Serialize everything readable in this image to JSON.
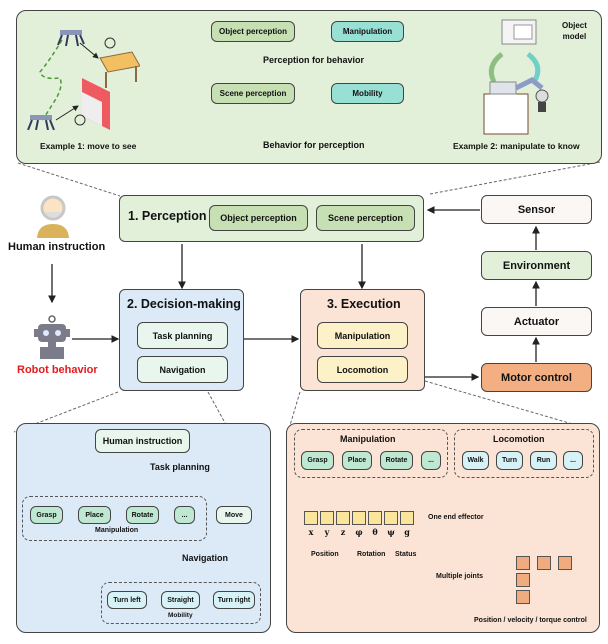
{
  "top_panel": {
    "example1_label": "Example 1: move to see",
    "example2_label": "Example 2: manipulate to know",
    "object_model_label": "Object\nmodel",
    "object_perception": "Object perception",
    "scene_perception": "Scene perception",
    "manipulation": "Manipulation",
    "mobility": "Mobility",
    "perception_for_behavior": "Perception for behavior",
    "behavior_for_perception": "Behavior for perception"
  },
  "left": {
    "human_instruction": "Human instruction",
    "robot_behavior": "Robot behavior"
  },
  "perception": {
    "title": "1. Perception",
    "items": [
      "Object perception",
      "Scene perception"
    ]
  },
  "decision": {
    "title": "2. Decision-making",
    "items": [
      "Task planning",
      "Navigation"
    ]
  },
  "execution": {
    "title": "3. Execution",
    "items": [
      "Manipulation",
      "Locomotion"
    ]
  },
  "loop": {
    "sensor": "Sensor",
    "environment": "Environment",
    "actuator": "Actuator",
    "motor_control": "Motor control"
  },
  "decision_detail": {
    "root": "Human instruction",
    "task_planning": "Task planning",
    "manipulation_items": [
      "Grasp",
      "Place",
      "Rotate",
      "..."
    ],
    "manipulation_label": "Manipulation",
    "move": "Move",
    "navigation": "Navigation",
    "mobility_items": [
      "Turn left",
      "Straight",
      "Turn right"
    ],
    "mobility_label": "Mobility"
  },
  "execution_detail": {
    "manipulation_title": "Manipulation",
    "manipulation_items": [
      "Grasp",
      "Place",
      "Rotate",
      "..."
    ],
    "locomotion_title": "Locomotion",
    "locomotion_items": [
      "Walk",
      "Turn",
      "Run",
      "..."
    ],
    "end_effector_label": "One end effector",
    "symbols": [
      "x",
      "y",
      "z",
      "φ",
      "θ",
      "ψ",
      "g"
    ],
    "position_label": "Position",
    "rotation_label": "Rotation",
    "status_label": "Status",
    "multiple_joints_label": "Multiple joints",
    "control_label": "Position / velocity / torque control"
  },
  "colors": {
    "green_panel": "#e3f0d9",
    "green_box": "#c6e0b4",
    "teal_box": "#99e0d4",
    "blue_panel": "#dce9f6",
    "peach_panel": "#fbe4d6",
    "yellow_box": "#fdf1c7",
    "orange_box": "#f3ae82",
    "robot_red": "#e8191c"
  }
}
